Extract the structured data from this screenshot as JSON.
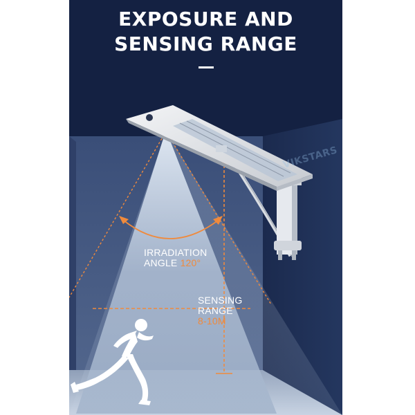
{
  "title": {
    "line1": "EXPOSURE AND",
    "line2": "SENSING RANGE"
  },
  "watermark": "VIKSTARS",
  "irradiation": {
    "line1": "IRRADIATION",
    "line2_prefix": "ANGLE",
    "angle": "120°"
  },
  "sensing": {
    "line1": "SENSING",
    "line2": "RANGE",
    "distance": "8-10M"
  },
  "colors": {
    "background": "#142142",
    "accent": "#f08a3c",
    "text": "#ffffff"
  }
}
